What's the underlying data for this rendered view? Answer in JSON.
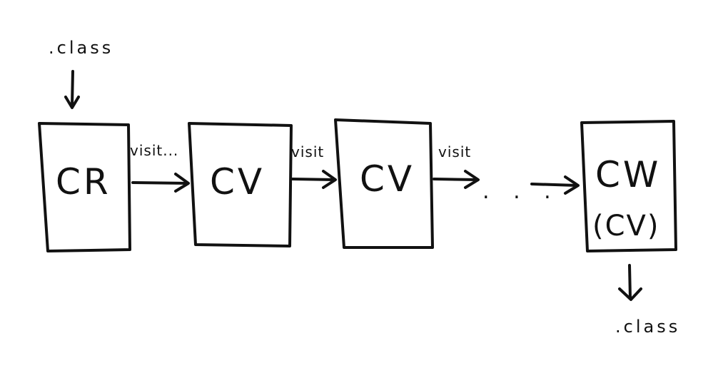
{
  "diagram": {
    "input_label": ".class",
    "output_label": ".class",
    "nodes": [
      {
        "label": "CR"
      },
      {
        "label": "CV"
      },
      {
        "label": "CV"
      },
      {
        "label": "CW",
        "sublabel": "(CV)"
      }
    ],
    "edges": [
      {
        "label": "visit..."
      },
      {
        "label": "visit"
      },
      {
        "label": "visit"
      }
    ],
    "ellipsis": ". . ."
  }
}
